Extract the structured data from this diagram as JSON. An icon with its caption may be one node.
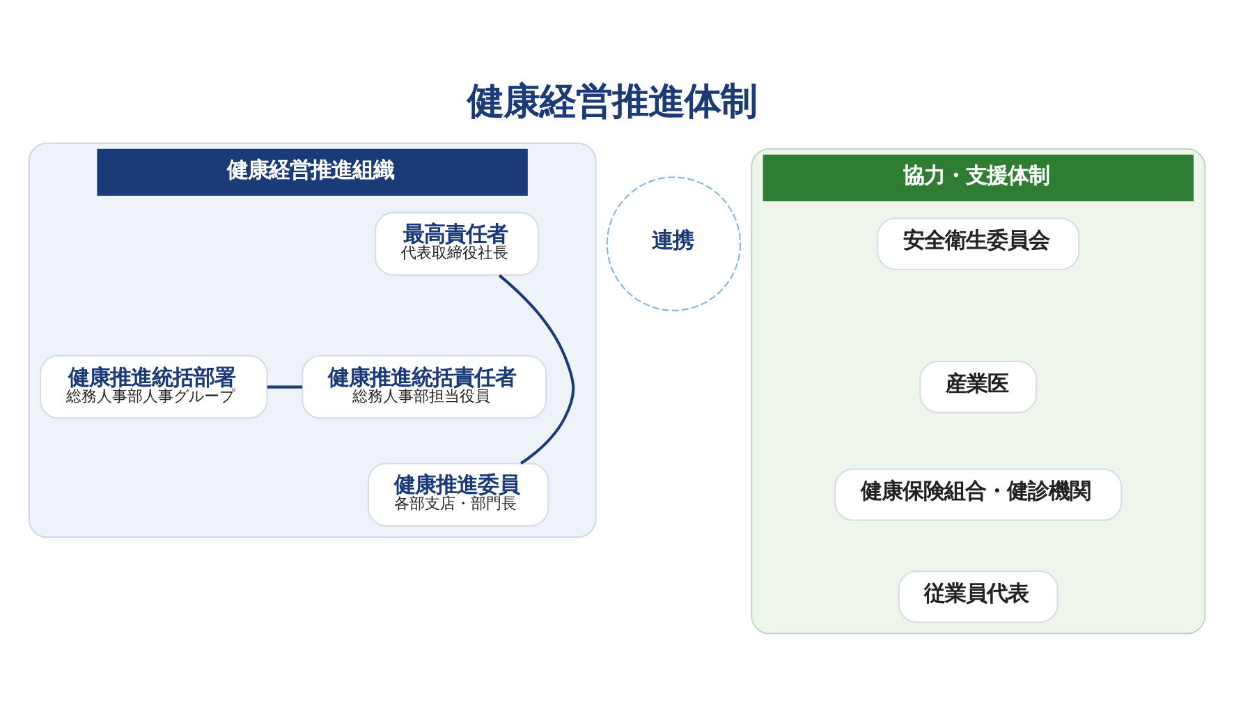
{
  "diagram": {
    "title": "健康経営推進体制",
    "nodes": [
      {
        "text": [
          "健康経営推進組織"
        ]
      },
      {
        "text": [
          "最高責任者",
          "代表取締役社長"
        ],
        "in": 0
      },
      {
        "text": [
          "健康推進統括責任者",
          "総務人事部担当役員"
        ],
        "in": 0
      },
      {
        "text": [
          "健康推進統括部署",
          "総務人事部人事グループ"
        ],
        "in": 0
      },
      {
        "text": [
          "健康推進委員",
          "各部支店・部門長"
        ],
        "in": 0
      },
      {
        "text": [
          "連携"
        ]
      },
      {
        "text": [
          "協力・支援体制"
        ]
      },
      {
        "text": [
          "安全衛生委員会"
        ],
        "in": 6
      },
      {
        "text": [
          "産業医"
        ],
        "in": 6
      },
      {
        "text": [
          "健康保険組合・健診機関"
        ],
        "in": 6
      },
      {
        "text": [
          "従業員代表"
        ],
        "in": 6
      }
    ],
    "edges": [
      {
        "from": 1,
        "to": 4,
        "arrow": "none",
        "color": "#1b3a78"
      },
      {
        "from": 2,
        "to": 3,
        "arrow": "none",
        "color": "#1b3a78"
      }
    ]
  }
}
